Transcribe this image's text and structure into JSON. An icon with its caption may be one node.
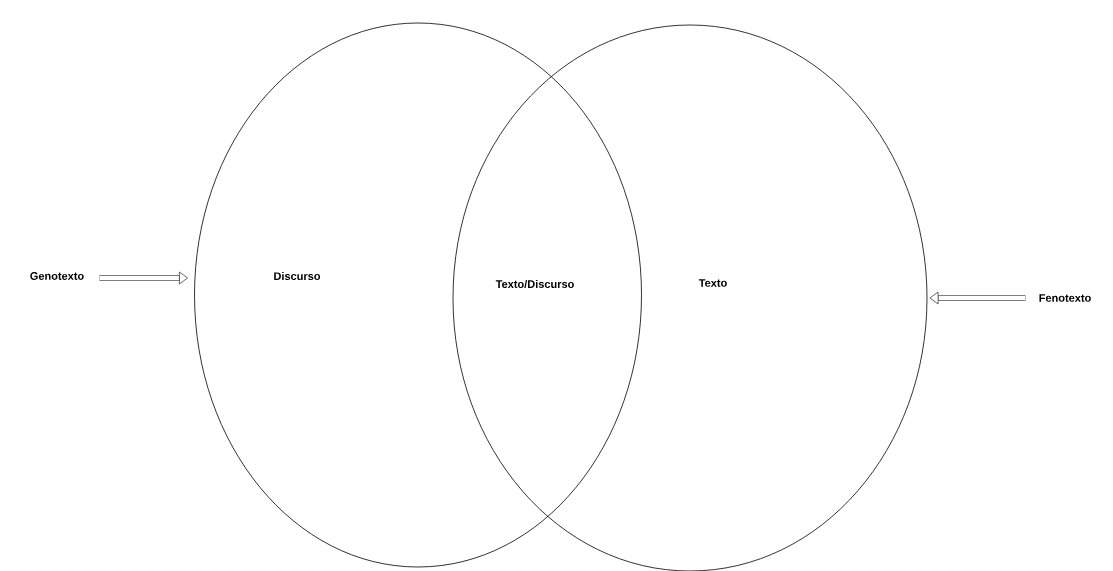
{
  "diagram": {
    "nodes": [
      {
        "text": [
          "Genotexto"
        ]
      },
      {
        "text": [
          "Discurso"
        ]
      },
      {
        "text": [
          "Texto"
        ]
      },
      {
        "text": [
          "Fenotexto"
        ]
      }
    ],
    "edges": [
      {
        "from": 0,
        "to": 1,
        "arrow": "to"
      },
      {
        "from": 3,
        "to": 2,
        "arrow": "to"
      }
    ],
    "labels": [
      "Texto/Discurso"
    ]
  }
}
